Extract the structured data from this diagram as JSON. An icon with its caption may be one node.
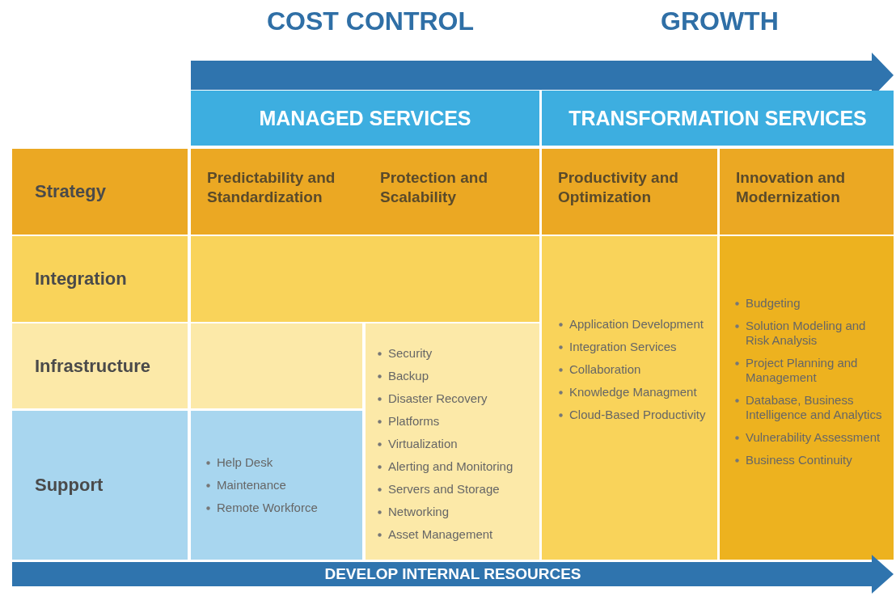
{
  "diagram": {
    "nodes": [
      {
        "text": [
          "MANAGED SERVICES"
        ]
      },
      {
        "text": [
          "TRANSFORMATION SERVICES"
        ]
      },
      {
        "text": [
          "Strategy"
        ]
      },
      {
        "text": [
          "Integration"
        ]
      },
      {
        "text": [
          "Infrastructure"
        ]
      },
      {
        "text": [
          "Support"
        ]
      },
      {
        "text": [
          "Predictability and Standardization"
        ]
      },
      {
        "text": [
          "Protection and Scalability"
        ]
      },
      {
        "text": [
          "Productivity and Optimization"
        ]
      },
      {
        "text": [
          "Innovation and Modernization"
        ]
      },
      {
        "text": [
          "Help Desk",
          "Maintenance",
          "Remote Workforce"
        ]
      },
      {
        "text": [
          "Security",
          "Backup",
          "Disaster Recovery",
          "Platforms",
          "Virtualization",
          "Alerting and Monitoring",
          "Servers and Storage",
          "Networking",
          "Asset Management"
        ]
      },
      {
        "text": [
          "Application Development",
          "Integration Services",
          "Collaboration",
          "Knowledge Managment",
          "Cloud-Based Productivity"
        ]
      },
      {
        "text": [
          "Budgeting",
          "Solution Modeling and Risk Analysis",
          "Project Planning and Management",
          "Database, Business Intelligence and Analytics",
          "Vulnerability Assessment",
          "Business Continuity"
        ]
      },
      {
        "text": [
          "DEVELOP INTERNAL RESOURCES"
        ]
      }
    ],
    "edges": [],
    "labels": [
      "COST CONTROL",
      "GROWTH"
    ]
  }
}
